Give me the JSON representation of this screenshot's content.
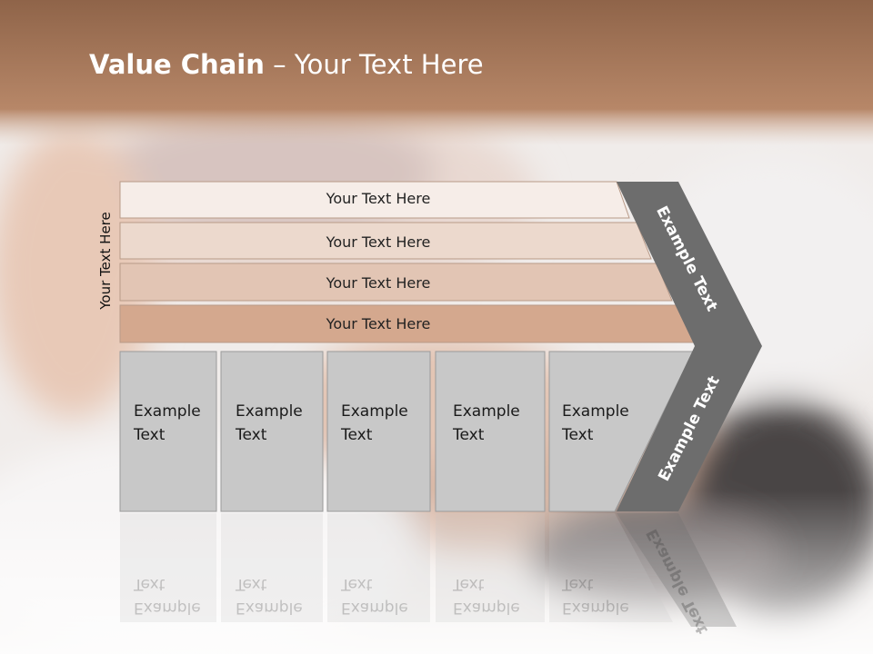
{
  "title": {
    "bold": "Value Chain",
    "rest": " – Your Text Here"
  },
  "side_label": "Your Text Here",
  "strips": [
    {
      "label": "Your Text Here",
      "color": "#f6ede8"
    },
    {
      "label": "Your Text Here",
      "color": "#ecd9cd"
    },
    {
      "label": "Your Text Here",
      "color": "#e2c5b4"
    },
    {
      "label": "Your Text Here",
      "color": "#d4a88e"
    }
  ],
  "boxes": [
    {
      "label": "Example\nText"
    },
    {
      "label": "Example\nText"
    },
    {
      "label": "Example\nText"
    },
    {
      "label": "Example\nText"
    },
    {
      "label": "Example\nText"
    }
  ],
  "chevron": {
    "top_label": "Example Text",
    "bottom_label": "Example Text",
    "color": "#6d6d6d"
  },
  "colors": {
    "header": "#b07a5c",
    "box_fill": "#c8c8c8",
    "box_border": "#9a9a9a"
  }
}
